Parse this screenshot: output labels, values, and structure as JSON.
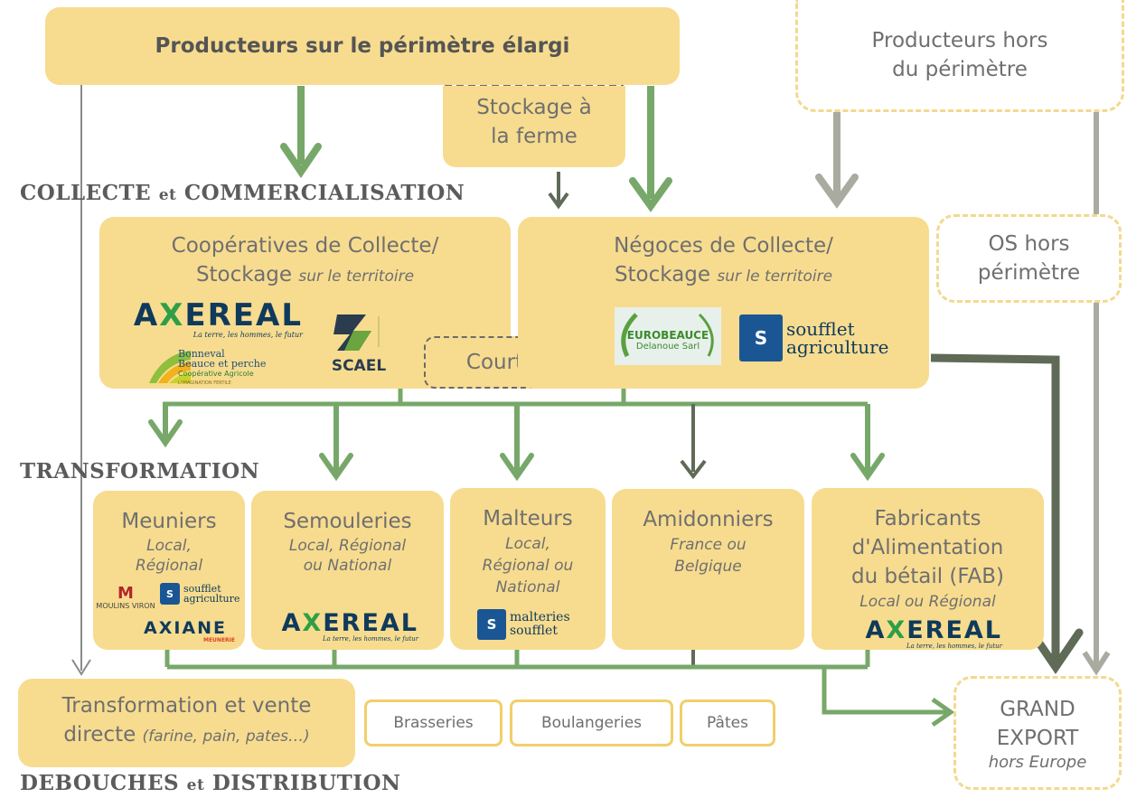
{
  "producers_top": "Producteurs sur le périmètre élargi",
  "producers_out": [
    "Producteurs hors",
    "du périmètre"
  ],
  "storage_farm": [
    "Stockage à",
    "la ferme"
  ],
  "section_collecte": {
    "part1": "COLLECTE",
    "part2": "et",
    "part3": "COMMERCIALISATION"
  },
  "section_transformation": "TRANSFORMATION",
  "section_debouches": {
    "part1": "DEBOUCHES",
    "part2": "et",
    "part3": "DISTRIBUTION"
  },
  "coops": {
    "line1": "Coopératives de Collecte/",
    "line2": "Stockage",
    "line2_ital": "sur le territoire"
  },
  "negoces": {
    "line1": "Négoces de Collecte/",
    "line2": "Stockage",
    "line2_ital": "sur le territoire"
  },
  "courtiers": "Courtiers",
  "os_hors": [
    "OS hors",
    "périmètre"
  ],
  "logos": {
    "axereal_a": "A",
    "axereal_x": "X",
    "axereal_rest": "EREAL",
    "axereal_tag": "La terre, les hommes, le futur",
    "bonneval_1": "Bonneval",
    "bonneval_2": "Beauce et perche",
    "bonneval_3": "Coopérative Agricole",
    "bonneval_4": "L'IMAGINATION FERTILE",
    "scael": "SCAEL",
    "eurobeauce": "EUROBEAUCE",
    "eurobeauce_sub": "Delanoue Sarl",
    "soufflet_1": "soufflet",
    "soufflet_2": "agriculture",
    "moulins": "MOULINS VIRON",
    "axiane_1": "AX",
    "axiane_2": "IANE",
    "axiane_sub": "MEUNERIE",
    "malteries_1": "malteries",
    "malteries_2": "soufflet"
  },
  "transformers": [
    {
      "title": "Meuniers",
      "sub": "Local,\nRégional"
    },
    {
      "title": "Semouleries",
      "sub": "Local, Régional\nou National"
    },
    {
      "title": "Malteurs",
      "sub": "Local,\nRégional ou\nNational"
    },
    {
      "title": "Amidonniers",
      "sub": "France ou\nBelgique"
    },
    {
      "title": "Fabricants\nd'Alimentation\ndu bétail (FAB)",
      "sub": "Local ou Régional"
    }
  ],
  "direct_sale": {
    "line1": "Transformation et vente",
    "line2": "directe",
    "line2_ital": "(farine, pain, pates…)"
  },
  "outlets": [
    "Brasseries",
    "Boulangeries",
    "Pâtes"
  ],
  "grand_export": {
    "line1": "GRAND",
    "line2": "EXPORT",
    "line3": "hors Europe"
  },
  "colors": {
    "box": "#f7dc8f",
    "green_arrow": "#77a86a",
    "dark_arrow": "#5f6a57",
    "grey_arrow": "#a9aba1",
    "dashed": "#f3d98e"
  }
}
